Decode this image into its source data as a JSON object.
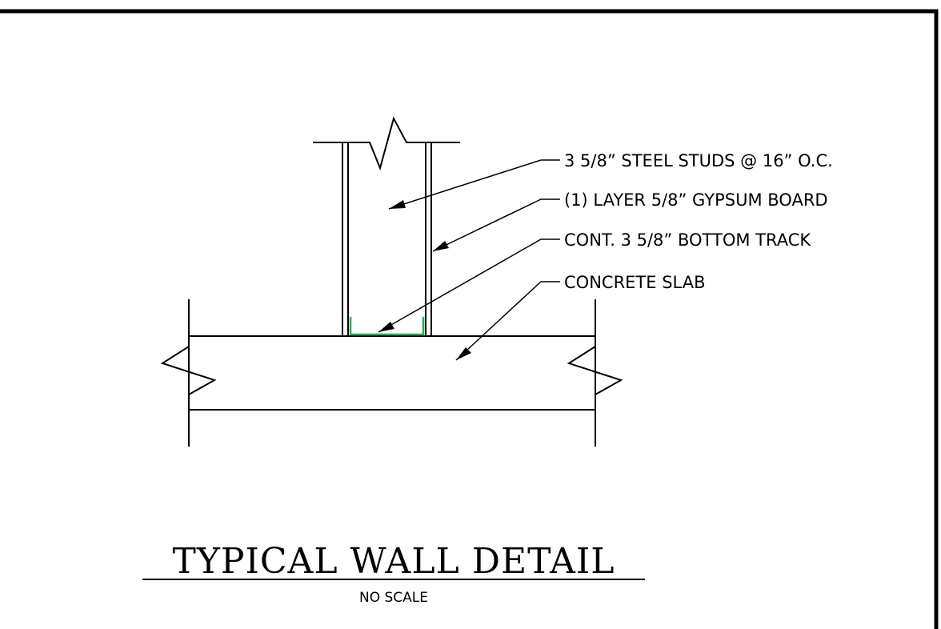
{
  "drawing": {
    "callouts": [
      {
        "id": "studs",
        "text": "3 5/8” STEEL STUDS @ 16” O.C."
      },
      {
        "id": "gypsum",
        "text": "(1) LAYER 5/8” GYPSUM BOARD"
      },
      {
        "id": "track",
        "text": "CONT. 3 5/8” BOTTOM TRACK"
      },
      {
        "id": "slab",
        "text": "CONCRETE SLAB"
      }
    ],
    "title": "TYPICAL WALL DETAIL",
    "scale_note": "NO SCALE"
  },
  "colors": {
    "line": "#000000",
    "bottom_track": "#1fae4b",
    "background": "#ffffff"
  }
}
